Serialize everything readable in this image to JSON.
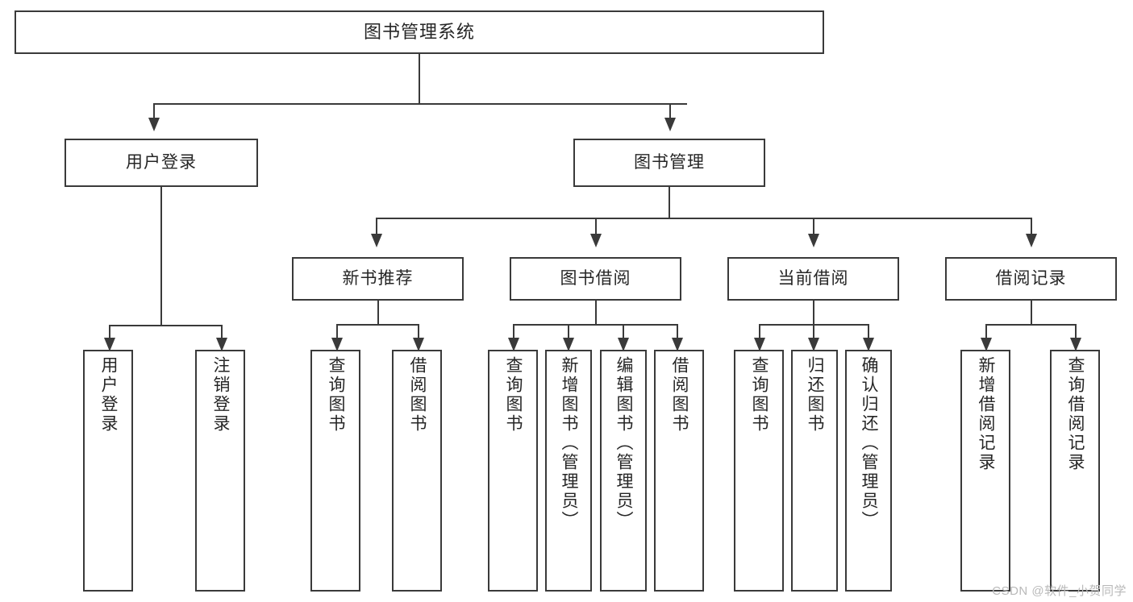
{
  "diagram": {
    "title": "图书管理系统",
    "type": "tree-hierarchy",
    "orientation": "top-down"
  },
  "nodes": {
    "root": {
      "label": "图书管理系统"
    },
    "level2": [
      {
        "id": "user-login",
        "label": "用户登录"
      },
      {
        "id": "book-manage",
        "label": "图书管理"
      }
    ],
    "level3": [
      {
        "id": "new-book-recommend",
        "label": "新书推荐"
      },
      {
        "id": "book-borrow",
        "label": "图书借阅"
      },
      {
        "id": "current-borrow",
        "label": "当前借阅"
      },
      {
        "id": "borrow-record",
        "label": "借阅记录"
      }
    ],
    "leaves": [
      {
        "id": "leaf-user-login",
        "label": "用户登录"
      },
      {
        "id": "leaf-logout-login",
        "label": "注销登录"
      },
      {
        "id": "leaf-query-book-1",
        "label": "查询图书"
      },
      {
        "id": "leaf-borrow-book-1",
        "label": "借阅图书"
      },
      {
        "id": "leaf-query-book-2",
        "label": "查询图书"
      },
      {
        "id": "leaf-add-book-admin",
        "label": "新增图书（管理员）"
      },
      {
        "id": "leaf-edit-book-admin",
        "label": "编辑图书（管理员）"
      },
      {
        "id": "leaf-borrow-book-2",
        "label": "借阅图书"
      },
      {
        "id": "leaf-query-book-3",
        "label": "查询图书"
      },
      {
        "id": "leaf-return-book",
        "label": "归还图书"
      },
      {
        "id": "leaf-confirm-return-admin",
        "label": "确认归还（管理员）"
      },
      {
        "id": "leaf-add-borrow-record",
        "label": "新增借阅记录"
      },
      {
        "id": "leaf-query-borrow-record",
        "label": "查询借阅记录"
      }
    ]
  },
  "watermark": {
    "text": "CSDN @软件_小贺同学"
  },
  "colors": {
    "stroke": "#3a3a3a",
    "text": "#262626",
    "background": "#ffffff",
    "watermark": "#b9b9b9"
  }
}
